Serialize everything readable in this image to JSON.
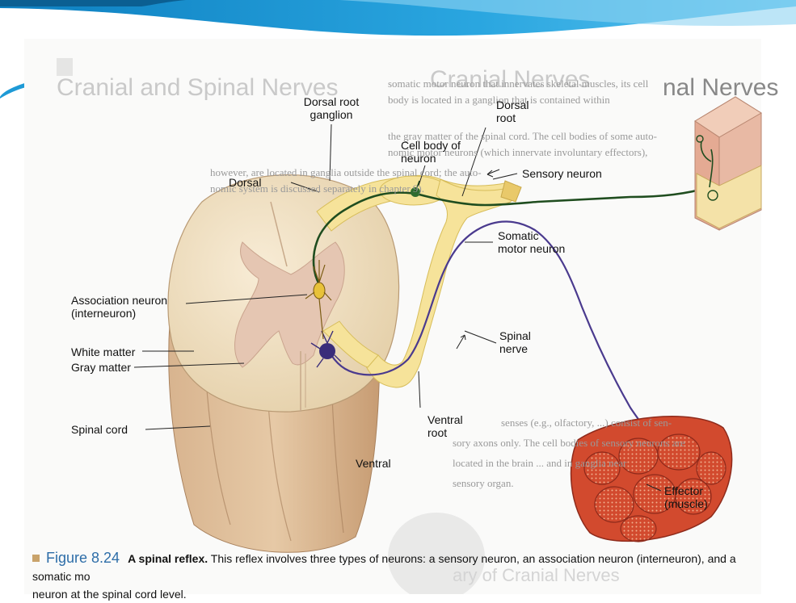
{
  "figure": {
    "number": "Figure 8.24",
    "title": "A spinal reflex.",
    "caption_line1": "This reflex involves three types of neurons: a sensory neuron, an association neuron (interneuron), and a somatic mo",
    "caption_line2": "neuron at the spinal cord level."
  },
  "labels": {
    "dorsal_root_ganglion_1": "Dorsal root",
    "dorsal_root_ganglion_2": "ganglion",
    "dorsal_root_1": "Dorsal",
    "dorsal_root_2": "root",
    "cell_body_1": "Cell body of",
    "cell_body_2": "neuron",
    "dorsal": "Dorsal",
    "sensory_neuron": "Sensory neuron",
    "somatic_motor_1": "Somatic",
    "somatic_motor_2": "motor neuron",
    "association_1": "Association neuron",
    "association_2": "(interneuron)",
    "white_matter": "White matter",
    "gray_matter": "Gray matter",
    "spinal_cord": "Spinal cord",
    "spinal_nerve_1": "Spinal",
    "spinal_nerve_2": "nerve",
    "ventral_root_1": "Ventral",
    "ventral_root_2": "root",
    "ventral": "Ventral",
    "effector_1": "Effector",
    "effector_2": "(muscle)"
  },
  "background_page": {
    "title_left": "Cranial and Spinal Nerves",
    "title_right": "Cranial Nerves",
    "title_right_partial": "nal Nerves",
    "bottom_partial": "ary of Cranial Nerves",
    "lines_left": [
      "somatic motor neuron that innervates skeletal muscles, its cell",
      "body is located in a ganglion that is contained within",
      "the gray matter of the spinal cord. The cell bodies of some auto-",
      "nomic motor neurons (which innervate involuntary effectors),",
      "however, are located in ganglia outside the spinal cord; the auto-",
      "nomic system is discussed separately in chapter 9)."
    ],
    "lines_right": [
      "senses (e.g., olfactory, ...) consist of sen-",
      "sory axons only. The cell bodies of sensory neurons are",
      "located in the brain ... and in ganglia near",
      "sensory organ."
    ]
  },
  "colors": {
    "slide_accent": "#1e9ad6",
    "cord_white": "#f3e3c8",
    "gray_matter": "#e3c4b0",
    "root_yellow": "#f6e39a",
    "sensory_green": "#1f4d1f",
    "motor_purple": "#4a3a8e",
    "muscle_red": "#d24a2e",
    "caption_blue": "#2d6da8"
  }
}
